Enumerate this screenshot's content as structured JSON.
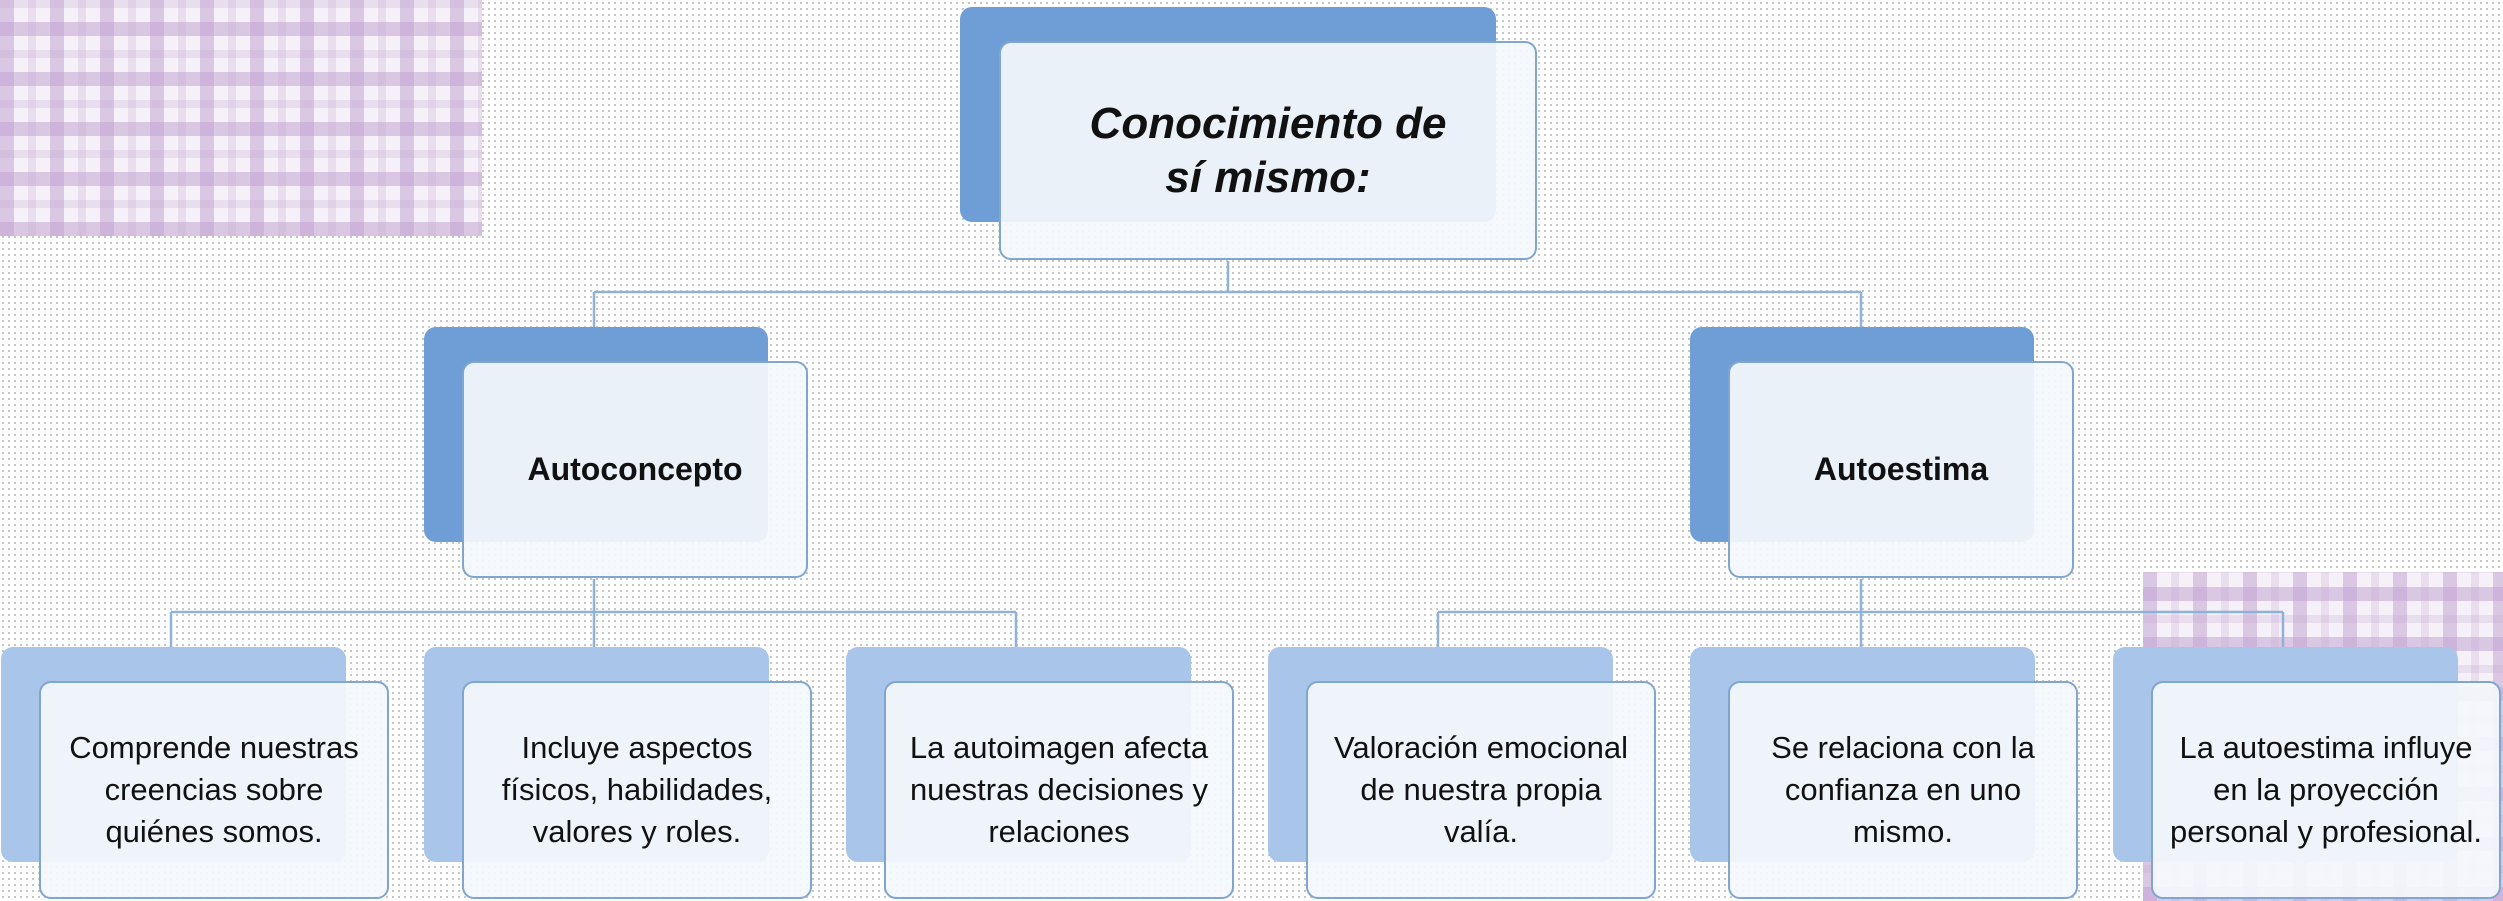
{
  "diagram": {
    "root": {
      "label": "Conocimiento de sí mismo:"
    },
    "branches": [
      {
        "label": "Autoconcepto",
        "children": [
          "Comprende nuestras creencias sobre quiénes somos.",
          "Incluye aspectos físicos, habilidades, valores y roles.",
          "La autoimagen afecta nuestras decisiones y relaciones"
        ]
      },
      {
        "label": "Autoestima",
        "children": [
          "Valoración emocional de nuestra propia valía.",
          "Se relaciona con la confianza en uno mismo.",
          "La autoestima influye en la proyección personal y profesional."
        ]
      }
    ]
  },
  "colors": {
    "accent_dark": "#6f9ed6",
    "accent_light": "#a9c6ea",
    "connector": "#8fb2d8",
    "box_border": "#7fa6cf",
    "plaid": "#c3a5d2"
  }
}
